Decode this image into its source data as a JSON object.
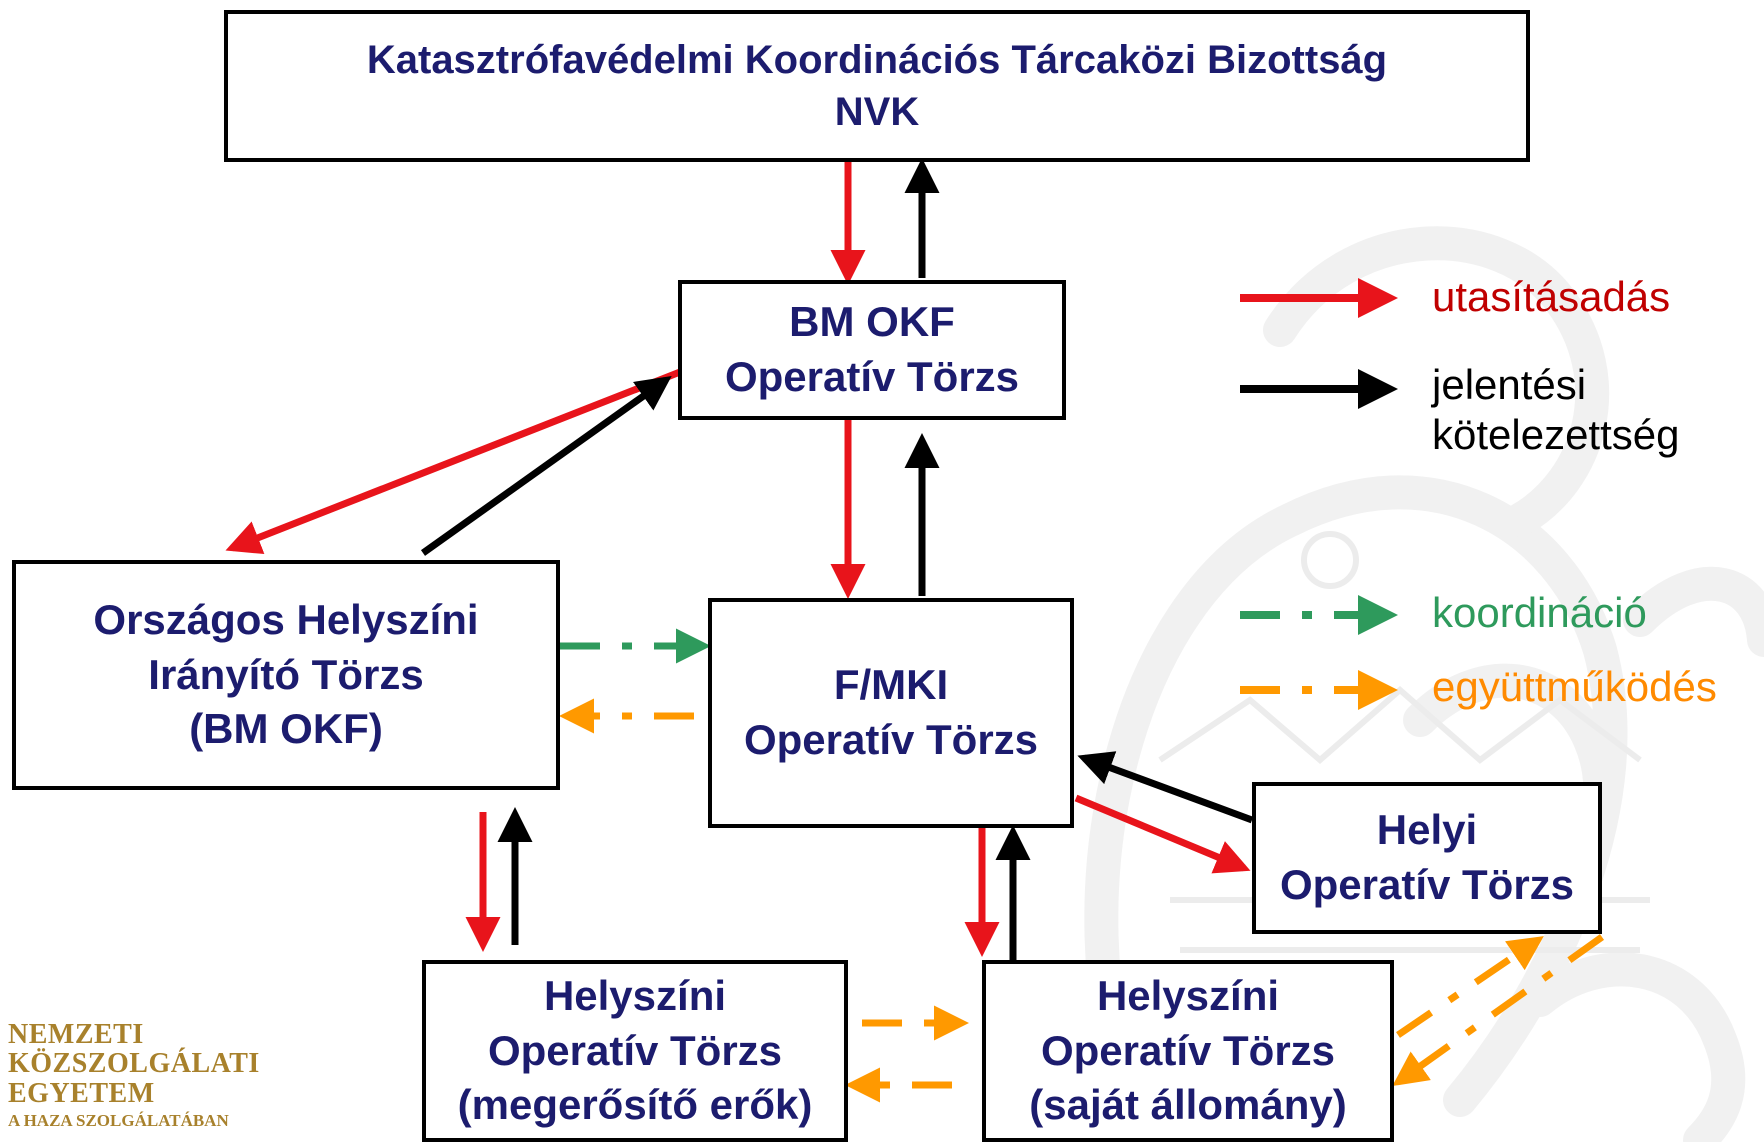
{
  "boxes": {
    "top": {
      "line1": "Katasztrófavédelmi Koordinációs Tárcaközi Bizottság",
      "line2": "NVK"
    },
    "bm_okf": {
      "line1": "BM OKF",
      "line2": "Operatív Törzs"
    },
    "orszagos": {
      "line1": "Országos Helyszíni",
      "line2": "Irányító Törzs",
      "line3": "(BM OKF)"
    },
    "fmki": {
      "line1": "F/MKI",
      "line2": "Operatív Törzs"
    },
    "helyi": {
      "line1": "Helyi",
      "line2": "Operatív Törzs"
    },
    "helyszini_megerosito": {
      "line1": "Helyszíni",
      "line2": "Operatív Törzs",
      "line3": "(megerősítő erők)"
    },
    "helyszini_sajat": {
      "line1": "Helyszíni",
      "line2": "Operatív Törzs",
      "line3": "(saját állomány)"
    }
  },
  "legend": {
    "instruction": {
      "label": "utasításadás",
      "color": "#c00000"
    },
    "report": {
      "line1": "jelentési",
      "line2": "kötelezettség",
      "color": "#000000"
    },
    "coordination": {
      "label": "koordináció",
      "color": "#2e9a5c"
    },
    "cooperation": {
      "label": "együttműködés",
      "color": "#ff9900"
    }
  },
  "colors": {
    "red": "#e8141b",
    "black": "#000000",
    "green": "#2e9a5c",
    "orange": "#ff9900",
    "box_text": "#1c1c6e"
  },
  "logo": {
    "line1": "NEMZETI",
    "line2": "KÖZSZOLGÁLATI",
    "line3": "EGYETEM",
    "line4": "A HAZA SZOLGÁLATÁBAN"
  }
}
